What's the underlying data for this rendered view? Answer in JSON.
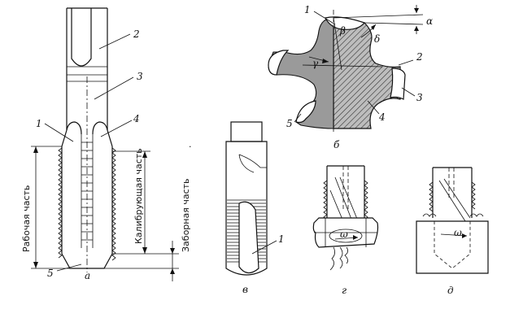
{
  "figure_a": {
    "numbers": [
      "1",
      "2",
      "3",
      "4",
      "5"
    ],
    "side_labels": {
      "working_part": "Рабочая часть",
      "calibrating_part": "Калибрующая часть",
      "intake_part": "Заборная часть"
    },
    "caption": "а"
  },
  "figure_b": {
    "numbers": [
      "1",
      "2",
      "3",
      "4",
      "5"
    ],
    "angles": {
      "beta": "β",
      "delta": "δ",
      "gamma": "γ",
      "alpha": "α"
    },
    "caption": "б"
  },
  "figure_v": {
    "numbers": [
      "1"
    ],
    "caption": "в"
  },
  "figure_g": {
    "omega": "ω",
    "caption": "г"
  },
  "figure_d": {
    "omega": "ω",
    "caption": "д"
  }
}
